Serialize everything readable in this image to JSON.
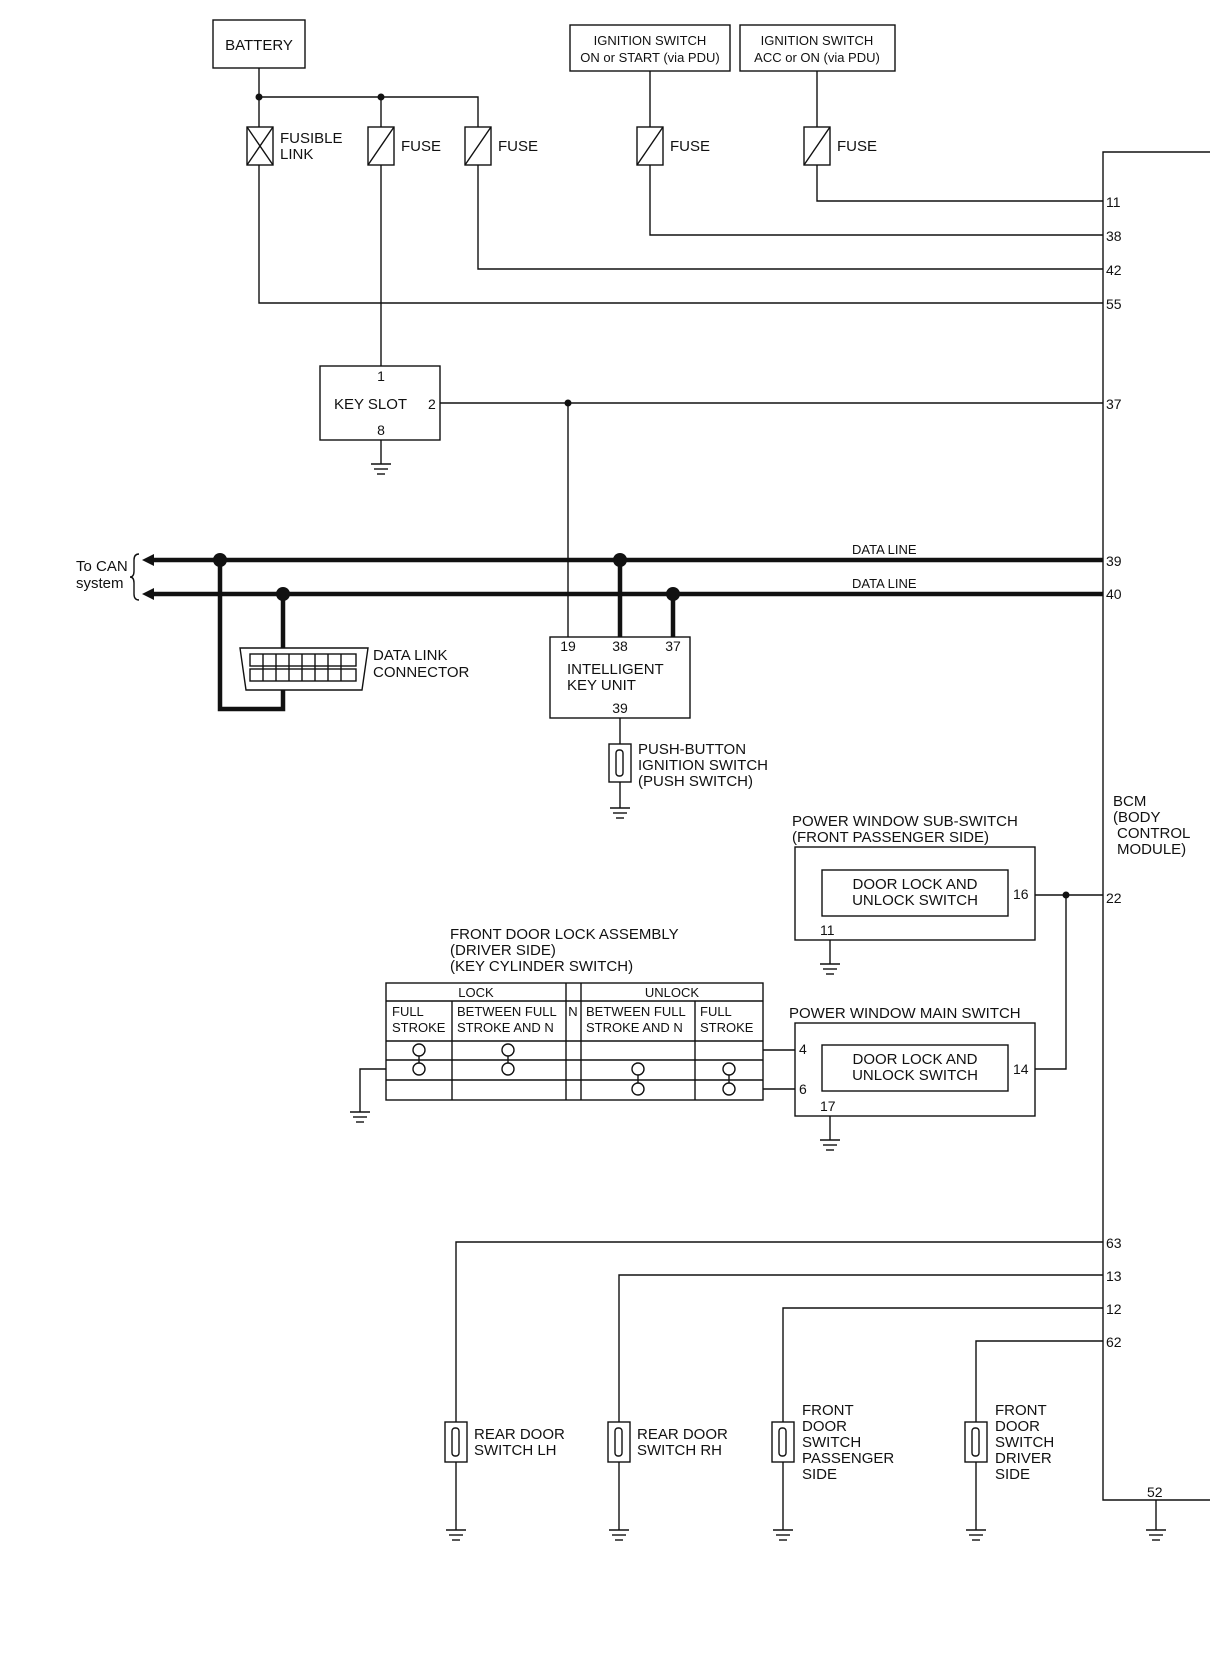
{
  "labels": {
    "battery": "BATTERY",
    "ign_on_l1": "IGNITION SWITCH",
    "ign_on_l2": "ON or START (via PDU)",
    "ign_acc_l1": "IGNITION SWITCH",
    "ign_acc_l2": "ACC or ON (via PDU)",
    "fusible_l1": "FUSIBLE",
    "fusible_l2": "LINK",
    "fuse1": "FUSE",
    "fuse2": "FUSE",
    "fuse3": "FUSE",
    "fuse4": "FUSE",
    "key_slot": "KEY SLOT",
    "to_can_l1": "To CAN",
    "to_can_l2": "system",
    "data_line_1": "DATA LINE",
    "data_line_2": "DATA LINE",
    "dlc_l1": "DATA LINK",
    "dlc_l2": "CONNECTOR",
    "iku_l1": "INTELLIGENT",
    "iku_l2": "KEY UNIT",
    "push_l1": "PUSH-BUTTON",
    "push_l2": "IGNITION SWITCH",
    "push_l3": "(PUSH SWITCH)",
    "bcm_l1": "BCM",
    "bcm_l2": "(BODY",
    "bcm_l3": "CONTROL",
    "bcm_l4": "MODULE)",
    "pw_sub_l1": "POWER WINDOW SUB-SWITCH",
    "pw_sub_l2": "(FRONT PASSENGER SIDE)",
    "dls_sub_l1": "DOOR LOCK AND",
    "dls_sub_l2": "UNLOCK SWITCH",
    "pw_main": "POWER WINDOW MAIN SWITCH",
    "dls_main_l1": "DOOR LOCK AND",
    "dls_main_l2": "UNLOCK SWITCH",
    "fdla_l1": "FRONT DOOR LOCK ASSEMBLY",
    "fdla_l2": "(DRIVER SIDE)",
    "fdla_l3": "(KEY CYLINDER SWITCH)",
    "tbl_lock": "LOCK",
    "tbl_unlock": "UNLOCK",
    "tbl_n": "N",
    "tbl_full_1a": "FULL",
    "tbl_full_1b": "STROKE",
    "tbl_between_1a": "BETWEEN FULL",
    "tbl_between_1b": "STROKE AND N",
    "tbl_between_2a": "BETWEEN FULL",
    "tbl_between_2b": "STROKE AND N",
    "tbl_full_2a": "FULL",
    "tbl_full_2b": "STROKE",
    "rear_lh_l1": "REAR DOOR",
    "rear_lh_l2": "SWITCH LH",
    "rear_rh_l1": "REAR DOOR",
    "rear_rh_l2": "SWITCH RH",
    "fdsp_l1": "FRONT",
    "fdsp_l2": "DOOR",
    "fdsp_l3": "SWITCH",
    "fdsp_l4": "PASSENGER",
    "fdsp_l5": "SIDE",
    "fdsd_l1": "FRONT",
    "fdsd_l2": "DOOR",
    "fdsd_l3": "SWITCH",
    "fdsd_l4": "DRIVER",
    "fdsd_l5": "SIDE"
  },
  "pins": {
    "bcm_11": "11",
    "bcm_38": "38",
    "bcm_42": "42",
    "bcm_55": "55",
    "bcm_37": "37",
    "bcm_39": "39",
    "bcm_40": "40",
    "bcm_22": "22",
    "bcm_63": "63",
    "bcm_13": "13",
    "bcm_12": "12",
    "bcm_62": "62",
    "bcm_52": "52",
    "keyslot_1": "1",
    "keyslot_2": "2",
    "keyslot_8": "8",
    "iku_19": "19",
    "iku_38": "38",
    "iku_37": "37",
    "iku_39": "39",
    "sub_16": "16",
    "sub_11": "11",
    "main_4": "4",
    "main_6": "6",
    "main_14": "14",
    "main_17": "17"
  }
}
